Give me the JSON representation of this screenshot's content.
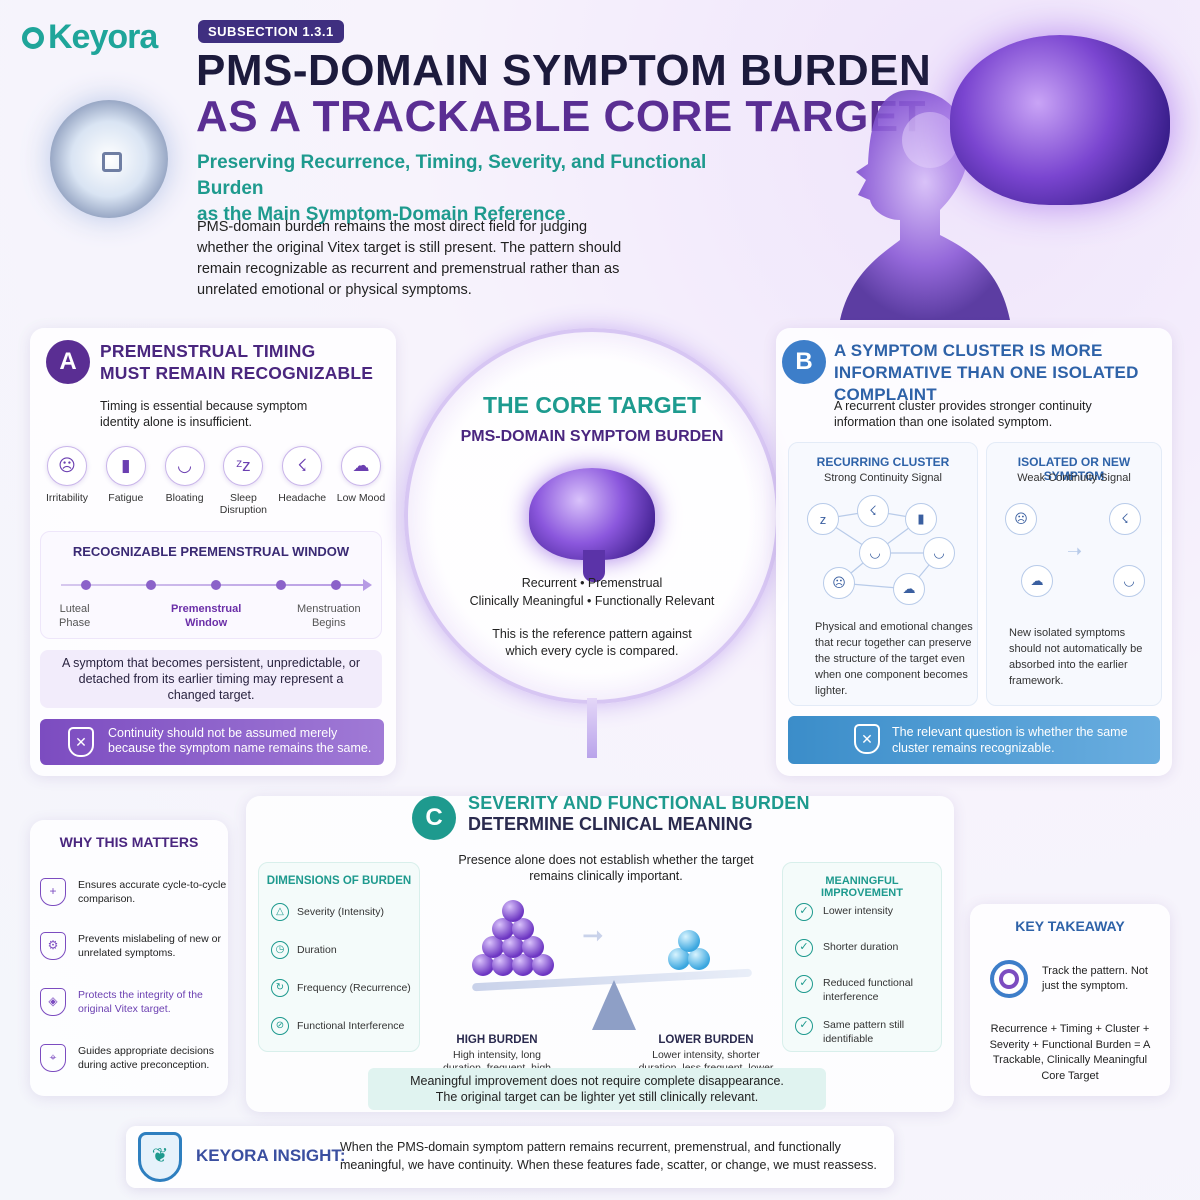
{
  "brand": {
    "logo": "Keyora",
    "accent": "#1fa59a",
    "purple": "#5a2e93"
  },
  "header": {
    "badge": "SUBSECTION 1.3.1",
    "title_line1": "PMS-DOMAIN SYMPTOM BURDEN",
    "title_line2": "AS A TRACKABLE CORE TARGET",
    "subtitle_line1": "Preserving Recurrence, Timing, Severity, and Functional Burden",
    "subtitle_line2": "as the Main Symptom-Domain Reference",
    "intro": "PMS-domain burden remains the most direct field for judging whether the original Vitex target is still present. The pattern should remain recognizable as recurrent and premenstrual rather than as unrelated emotional or physical symptoms."
  },
  "panel_a": {
    "badge": "A",
    "title_line1": "PREMENSTRUAL TIMING",
    "title_line2": "MUST REMAIN RECOGNIZABLE",
    "desc": "Timing is essential because symptom identity alone is insufficient.",
    "symptoms": [
      {
        "label": "Irritability",
        "icon": "head-icon"
      },
      {
        "label": "Fatigue",
        "icon": "battery-icon"
      },
      {
        "label": "Bloating",
        "icon": "abdomen-icon"
      },
      {
        "label": "Sleep Disruption",
        "icon": "zzz-icon"
      },
      {
        "label": "Headache",
        "icon": "headache-icon"
      },
      {
        "label": "Low Mood",
        "icon": "rain-cloud-icon"
      }
    ],
    "window_title": "RECOGNIZABLE PREMENSTRUAL WINDOW",
    "phase_left": "Luteal\nPhase",
    "phase_mid": "Premenstrual\nWindow",
    "phase_right": "Menstruation\nBegins",
    "warning": "A symptom that becomes persistent, unpredictable, or detached from its earlier timing may represent a changed target.",
    "continuity": "Continuity should not be assumed merely because the symptom name remains the same."
  },
  "core": {
    "title": "THE CORE TARGET",
    "subtitle": "PMS-DOMAIN SYMPTOM BURDEN",
    "line1": "Recurrent • Premenstrual",
    "line2": "Clinically Meaningful • Functionally Relevant",
    "line3": "This is the reference pattern against which every cycle is compared."
  },
  "panel_b": {
    "badge": "B",
    "title_line1": "A SYMPTOM CLUSTER IS MORE",
    "title_line2": "INFORMATIVE THAN ONE ISOLATED COMPLAINT",
    "desc": "A recurrent cluster provides stronger continuity information than one isolated symptom.",
    "left_heading": "RECURRING CLUSTER",
    "left_sub": "Strong Continuity Signal",
    "left_text": "Physical and emotional changes that recur together can preserve the structure of the target even when one component becomes lighter.",
    "right_heading": "ISOLATED OR NEW SYMPTOM",
    "right_sub": "Weak Continuity Signal",
    "right_text": "New isolated symptoms should not automatically be absorbed into the earlier framework.",
    "bar": "The relevant question is whether the same cluster remains recognizable."
  },
  "why": {
    "heading": "WHY THIS MATTERS",
    "items": [
      "Ensures accurate cycle-to-cycle comparison.",
      "Prevents mislabeling of new or unrelated symptoms.",
      "Protects the integrity of the original Vitex target.",
      "Guides appropriate decisions during active preconception."
    ]
  },
  "panel_c": {
    "badge": "C",
    "title_line1": "SEVERITY AND FUNCTIONAL BURDEN",
    "title_line2": "DETERMINE CLINICAL MEANING",
    "desc": "Presence alone does not establish whether the target remains clinically important.",
    "dimensions_heading": "DIMENSIONS OF BURDEN",
    "dimensions": [
      "Severity (Intensity)",
      "Duration",
      "Frequency (Recurrence)",
      "Functional Interference"
    ],
    "high_label": "HIGH BURDEN",
    "high_text": "High intensity, long duration, frequent, high interference",
    "low_label": "LOWER BURDEN",
    "low_text": "Lower intensity, shorter duration, less frequent, lower interference",
    "improvement_heading": "MEANINGFUL IMPROVEMENT",
    "improvements": [
      "Lower intensity",
      "Shorter duration",
      "Reduced functional interference",
      "Same pattern still identifiable"
    ],
    "bar_line1": "Meaningful improvement does not require complete disappearance.",
    "bar_line2": "The original target can be lighter yet still clinically relevant."
  },
  "key": {
    "heading": "KEY TAKEAWAY",
    "line1": "Track the pattern. Not just the symptom.",
    "line2": "Recurrence + Timing + Cluster + Severity + Functional Burden = A Trackable, Clinically Meaningful Core Target"
  },
  "insight": {
    "label": "KEYORA INSIGHT:",
    "text": "When the PMS-domain symptom pattern remains recurrent, premenstrual, and functionally meaningful, we have continuity. When these features fade, scatter, or change, we must reassess."
  }
}
